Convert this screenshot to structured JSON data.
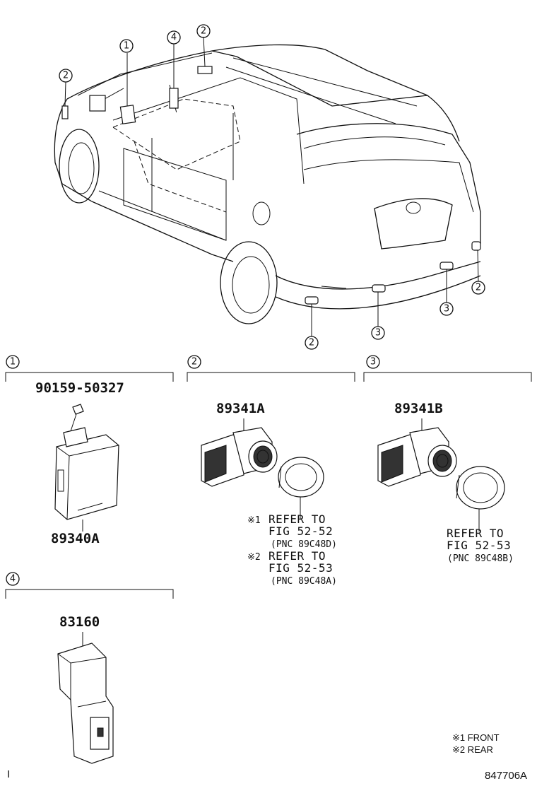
{
  "callouts": {
    "c1": "1",
    "c2": "2",
    "c3": "3",
    "c4": "4"
  },
  "sections": {
    "s1": {
      "label": "1",
      "bolt_part": "90159-50327",
      "part": "89340A"
    },
    "s2": {
      "label": "2",
      "part": "89341A",
      "ref1_mark": "※1",
      "ref1_line1": "REFER TO",
      "ref1_line2": "FIG 52-52",
      "ref1_line3": "(PNC 89C48D)",
      "ref2_mark": "※2",
      "ref2_line1": "REFER TO",
      "ref2_line2": "FIG 52-53",
      "ref2_line3": "(PNC 89C48A)"
    },
    "s3": {
      "label": "3",
      "part": "89341B",
      "ref_line1": "REFER TO",
      "ref_line2": "FIG 52-53",
      "ref_line3": "(PNC 89C48B)"
    },
    "s4": {
      "label": "4",
      "part": "83160"
    }
  },
  "notes": {
    "n1": "※1 FRONT",
    "n2": "※2 REAR"
  },
  "diagram_code": "847706A",
  "corner_mark": "I"
}
